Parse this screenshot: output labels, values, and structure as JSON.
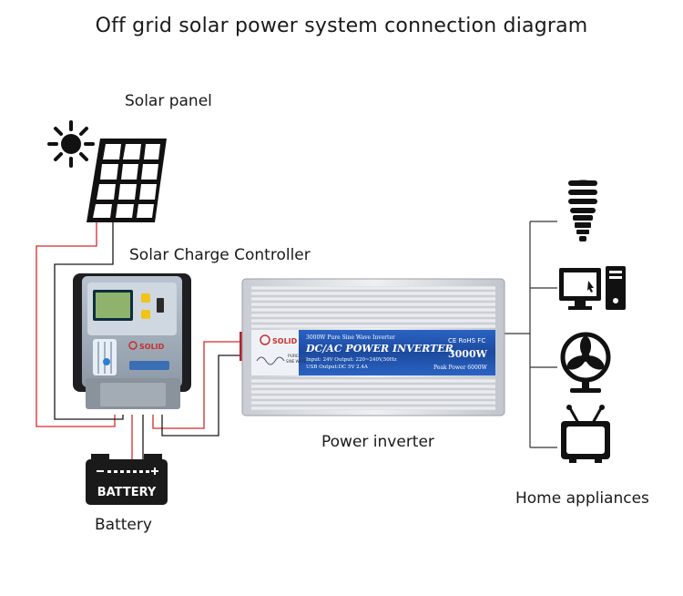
{
  "title": "Off grid solar power system connection diagram",
  "labels": {
    "solar_panel": "Solar panel",
    "charge_controller": "Solar Charge Controller",
    "power_inverter": "Power inverter",
    "battery": "Battery",
    "home_appliances": "Home appliances"
  },
  "battery_text": "BATTERY",
  "controller_brand": "SOLID",
  "inverter": {
    "brand": "SOLID",
    "subtitle": "3000W Pure Sine Wave Inverter",
    "heading": "DC/AC POWER INVERTER",
    "spec_line1": "Input: 24V  Output: 220~240V,50Hz",
    "spec_line2": "USB Output:DC 5V  2.4A",
    "cert": "CE RoHS FC",
    "wattage": "3000W",
    "peak": "Peak Power 6000W",
    "wave_label_1": "PURE",
    "wave_label_2": "SINE WAVE"
  },
  "colors": {
    "red_wire": "#d42a2a",
    "black_wire": "#1a1a1a",
    "appliance_line": "#333333",
    "inverter_band": "#1e4fa6"
  },
  "icons": [
    "sun-icon",
    "solar-panel-icon",
    "lightbulb-icon",
    "computer-icon",
    "fan-icon",
    "tv-icon"
  ]
}
